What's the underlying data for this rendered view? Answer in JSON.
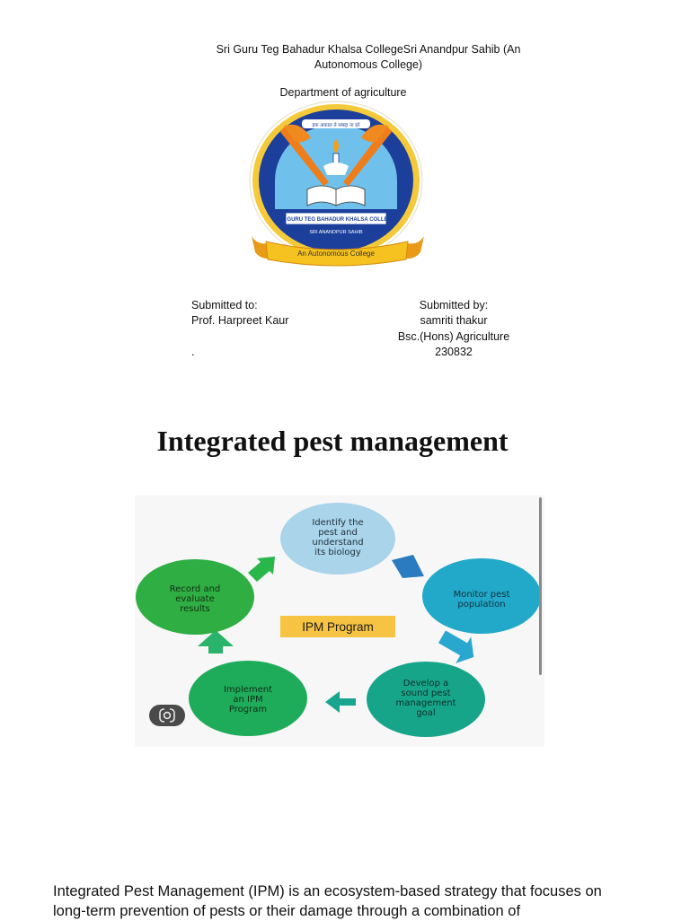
{
  "header": {
    "college_line1": "Sri Guru Teg Bahadur Khalsa CollegeSri Anandpur Sahib (An",
    "college_line2": "Autonomous College)",
    "department": "Department of agriculture"
  },
  "logo": {
    "motto": "इक अकाल ते सबद्दा ना हरे",
    "band_text": "SRI GURU TEG BAHADUR KHALSA COLLEGE",
    "place_text": "SRI ANANDPUR SAHIB",
    "ribbon_text": "An Autonomous College",
    "colors": {
      "ring": "#1b3f9a",
      "gold": "#e8b020",
      "orange": "#ef7d1a",
      "sky": "#6fc0ea"
    }
  },
  "submission": {
    "to_label": "Submitted to:",
    "to_name": "Prof. Harpreet Kaur",
    "to_extra": ".",
    "by_label": "Submitted by:",
    "by_name": "samriti thakur",
    "by_course": "Bsc.(Hons) Agriculture",
    "by_roll": "230832"
  },
  "title": "Integrated pest management",
  "ipm_diagram": {
    "center_label": "IPM Program",
    "steps": [
      {
        "lines": [
          "Identify the",
          "pest and",
          "understand",
          "its biology"
        ],
        "color": "#a9d4ea"
      },
      {
        "lines": [
          "Monitor pest",
          "population"
        ],
        "color": "#22a9c9"
      },
      {
        "lines": [
          "Develop a",
          "sound pest",
          "management",
          "goal"
        ],
        "color": "#17a58a"
      },
      {
        "lines": [
          "Implement",
          "an IPM",
          "Program"
        ],
        "color": "#1fac5a"
      },
      {
        "lines": [
          "Record and",
          "evaluate",
          "results"
        ],
        "color": "#2fae43"
      }
    ]
  },
  "intro": {
    "line1": "Integrated Pest Management (IPM) is an ecosystem-based strategy that focuses on",
    "line2": "long-term prevention of pests or their damage through a combination of"
  }
}
